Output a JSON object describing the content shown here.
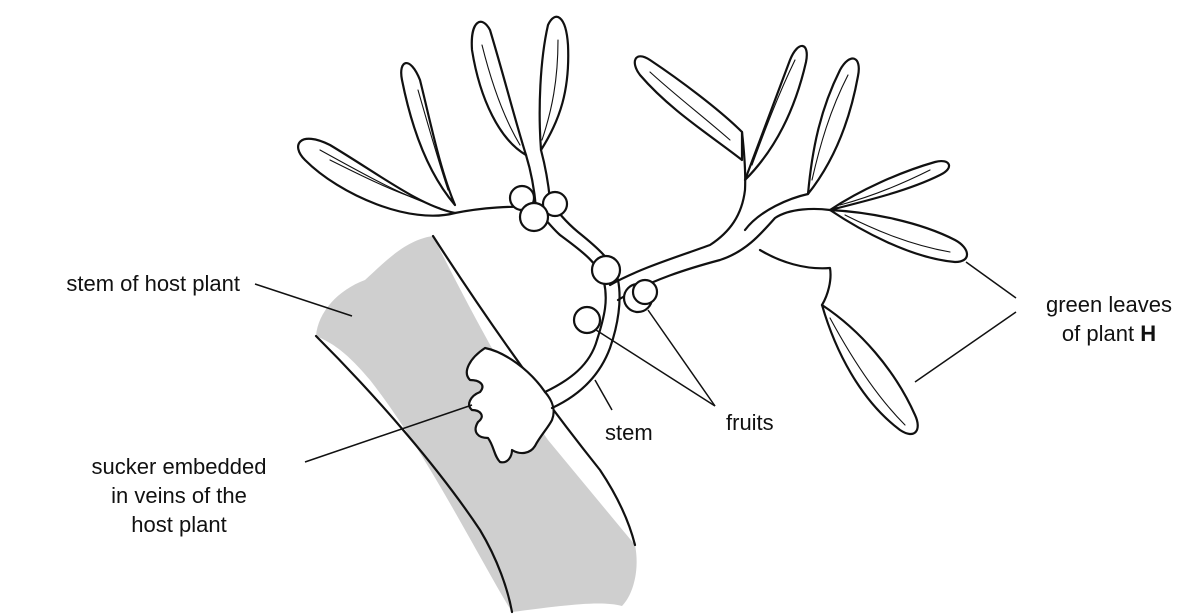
{
  "diagram": {
    "labels": {
      "stem_of_host_plant": "stem of host plant",
      "green_leaves_line1": "green leaves",
      "green_leaves_line2": "of plant ",
      "green_leaves_bold": "H",
      "fruits": "fruits",
      "stem": "stem",
      "sucker_line1": "sucker embedded",
      "sucker_line2": "in veins of the",
      "sucker_line3": "host plant"
    },
    "colors": {
      "host_stem_fill": "#cfcfcf",
      "ink": "#111111"
    }
  }
}
